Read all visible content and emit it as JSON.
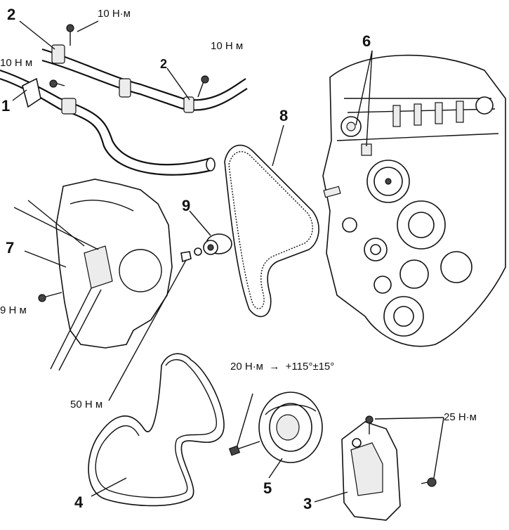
{
  "callouts": [
    {
      "id": "1",
      "label": "1"
    },
    {
      "id": "2a",
      "label": "2"
    },
    {
      "id": "2b",
      "label": "2"
    },
    {
      "id": "3",
      "label": "3"
    },
    {
      "id": "4",
      "label": "4"
    },
    {
      "id": "5",
      "label": "5"
    },
    {
      "id": "6",
      "label": "6"
    },
    {
      "id": "7",
      "label": "7"
    },
    {
      "id": "8",
      "label": "8"
    },
    {
      "id": "9",
      "label": "9"
    }
  ],
  "torques": {
    "t_top": "10 Н·м",
    "t_left": "10 Н м",
    "t_mid": "10 Н м",
    "t_cover": "9 Н м",
    "t_tensioner": "50 Н м",
    "t_crank": "20 Н·м  →  +115°±15°",
    "t_bracket": "25 Н·м"
  }
}
